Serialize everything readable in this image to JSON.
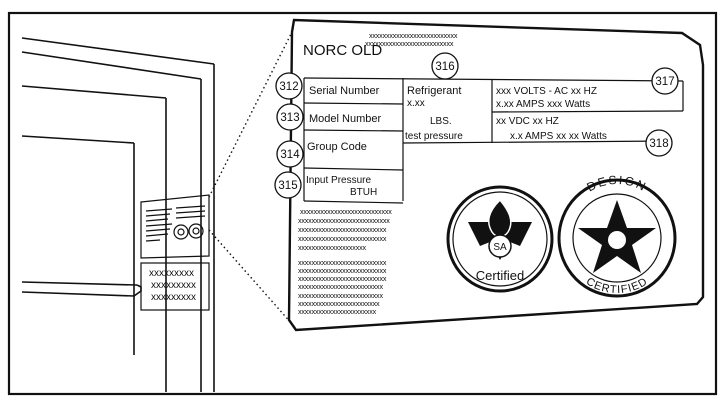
{
  "plate": {
    "brand": "NORC OLD",
    "brand_code_lines": [
      "xxxxxxxxxxxxxxxxxxxxxxxxxx",
      "xxxxxxxxxxxxxxxxxxxxxxxxxx"
    ],
    "serial_number": "Serial Number",
    "model_number": "Model Number",
    "group_code": "Group Code",
    "input_pressure": "Input Pressure",
    "btuh": "BTUH",
    "refrigerant": "Refrigerant",
    "refrigerant_value": "x.xx",
    "lbs": "LBS.",
    "test_pressure": "test pressure",
    "volts_ac": "xxx VOLTS - AC  xx HZ",
    "amps_watts": "x.xx AMPS      xxx Watts",
    "vdc": "xx VDC                xx HZ",
    "amps_watts_dc": "x.x  AMPS xx  xx Watts",
    "text_block_1": [
      "xxxxxxxxxxxxxxxxxxxxxxxxxxx",
      "xxxxxxxxxxxxxxxxxxxxxxxxxxx",
      "xxxxxxxxxxxxxxxxxxxxxxxxxx",
      "xxxxxxxxxxxxxxxxxxxxxxxxxx",
      "xxxxxxxxxxxxxxxxxxxx"
    ],
    "text_block_2": [
      "xxxxxxxxxxxxxxxxxxxxxxxxxx",
      "xxxxxxxxxxxxxxxxxxxxxxxxxx",
      "xxxxxxxxxxxxxxxxxxxxxxxxxx",
      "xxxxxxxxxxxxxxxxxxxxxxxxx",
      "xxxxxxxxxxxxxxxxxxxxxxxxx",
      "xxxxxxxxxxxxxxxxxxxxxxxx",
      "xxxxxxxxxxxxxxxxxxxxxxx"
    ],
    "csa_text": "SA",
    "certified": "Certified",
    "design_arc": "DESIGN",
    "certified_arc": "CERTIFIED"
  },
  "callouts": [
    "312",
    "313",
    "314",
    "315",
    "316",
    "317",
    "318"
  ],
  "small_label_lines": [
    "xxxxxxxxx",
    "xxxxxxxxx",
    "xxxxxxxxx"
  ],
  "colors": {
    "line": "#111111",
    "background": "#ffffff"
  }
}
